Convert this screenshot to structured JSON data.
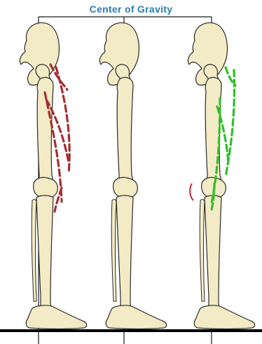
{
  "title": "Center of Gravity",
  "colors": {
    "title": "#2b7fb0",
    "bone_fill": "#f3ebc6",
    "muscle_left": "#a33030",
    "muscle_right": "#2fbf2a"
  },
  "panels": [
    {
      "name": "left-leg",
      "muscle_lines": "red"
    },
    {
      "name": "middle-leg",
      "muscle_lines": "none"
    },
    {
      "name": "right-leg",
      "muscle_lines": "green"
    }
  ]
}
